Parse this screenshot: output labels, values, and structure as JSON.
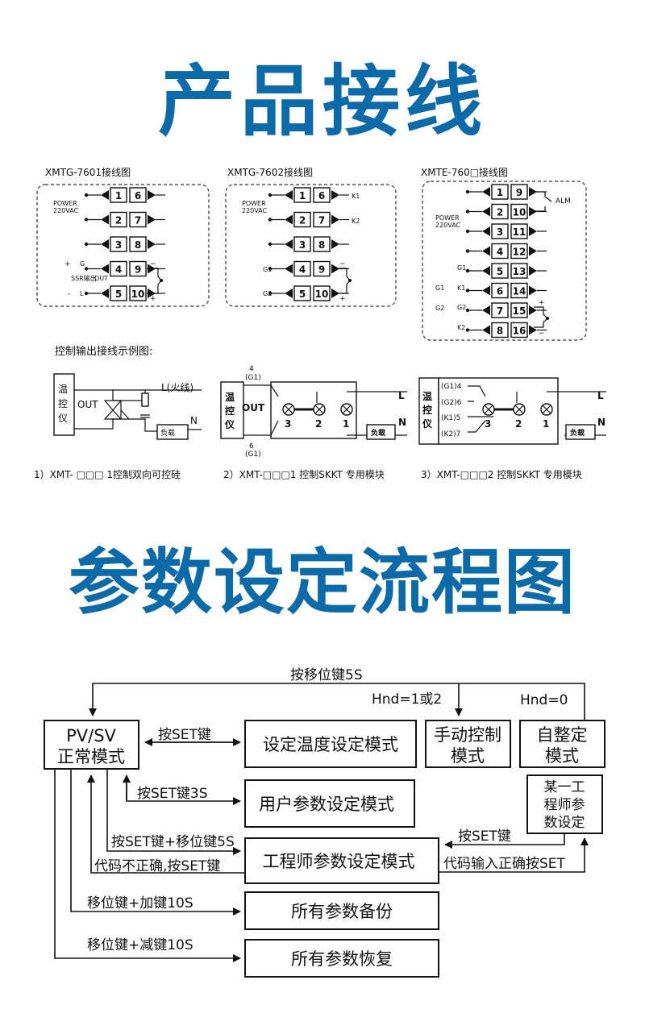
{
  "titles": {
    "wiring": "产品接线",
    "flow": "参数设定流程图"
  },
  "diagrams": {
    "d1": {
      "title": "XMTG-7601接线图",
      "power": "POWER",
      "vac": "220VAC",
      "ssr": "SSR输出",
      "out": "OUT",
      "g": "G",
      "l": "L",
      "plus": "+",
      "minus": "-",
      "rows": [
        [
          "1",
          "6"
        ],
        [
          "2",
          "7"
        ],
        [
          "3",
          "8"
        ],
        [
          "4",
          "9"
        ],
        [
          "5",
          "10"
        ]
      ]
    },
    "d2": {
      "title": "XMTG-7602接线图",
      "power": "POWER",
      "vac": "220VAC",
      "k1": "K1",
      "k2": "K2",
      "g1": "G1",
      "g2": "G2",
      "rows": [
        [
          "1",
          "6"
        ],
        [
          "2",
          "7"
        ],
        [
          "3",
          "8"
        ],
        [
          "4",
          "9"
        ],
        [
          "5",
          "10"
        ]
      ]
    },
    "d3": {
      "title": "XMTE-760□接线图",
      "power": "POWER",
      "vac": "220VAC",
      "alm": "ALM",
      "left_labels": [
        "G1",
        "G1",
        "G2"
      ],
      "mid_labels": [
        "G1",
        "K1",
        "G2",
        "K2"
      ],
      "rows": [
        [
          "1",
          "9"
        ],
        [
          "2",
          "10"
        ],
        [
          "3",
          "11"
        ],
        [
          "4",
          "12"
        ],
        [
          "5",
          "13"
        ],
        [
          "6",
          "14"
        ],
        [
          "7",
          "15"
        ],
        [
          "8",
          "16"
        ]
      ]
    }
  },
  "examples": {
    "heading": "控制输出接线示例图:",
    "e1": {
      "ctrl": "温控仪",
      "out": "OUT",
      "l": "L(火线)",
      "n": "N",
      "load": "负载",
      "caption": "1）XMT- □□□    1控制双向可控硅"
    },
    "e2": {
      "ctrl": "温控仪",
      "out": "OUT",
      "top": "4",
      "topg": "(G1)",
      "bot": "6",
      "botg": "(G1)",
      "l": "L",
      "n": "N",
      "load": "负载",
      "n3": "3",
      "n2": "2",
      "n1": "1",
      "caption": "2）XMT-□□□1       控制SKKT  专用模块"
    },
    "e3": {
      "ctrl": "温控仪",
      "p1": "(G1)4",
      "p2": "(G2)6",
      "p3": "(K1)5",
      "p4": "(K2)7",
      "l": "L",
      "n": "N",
      "load": "负载",
      "n3": "3",
      "n2": "2",
      "n1": "1",
      "caption": "3）XMT-□□□2       控制SKKT  专用模块"
    }
  },
  "flow": {
    "pv_sv": "PV/SV",
    "normal": "正常模式",
    "set_temp": "设定温度设定模式",
    "manual": "手动控制模式",
    "manual1": "手动控制",
    "manual2": "模式",
    "self1": "自整定",
    "self2": "模式",
    "user": "用户参数设定模式",
    "eng_set1": "某一工",
    "eng_set2": "程师参",
    "eng_set3": "数设定",
    "engineer": "工程师参数设定模式",
    "backup": "所有参数备份",
    "restore": "所有参数恢复",
    "lbl_shift5s": "按移位键5S",
    "lbl_hnd1": "Hnd=1或2",
    "lbl_hnd0": "Hnd=0",
    "lbl_set": "按SET键",
    "lbl_set3s": "按SET键3S",
    "lbl_set_shift": "按SET键+移位键5S",
    "lbl_code_wrong": "代码不正确,按SET键",
    "lbl_set2": "按SET键",
    "lbl_code_right": "代码输入正确按SET",
    "lbl_add": "移位键+加键10S",
    "lbl_sub": "移位键+减键10S"
  }
}
